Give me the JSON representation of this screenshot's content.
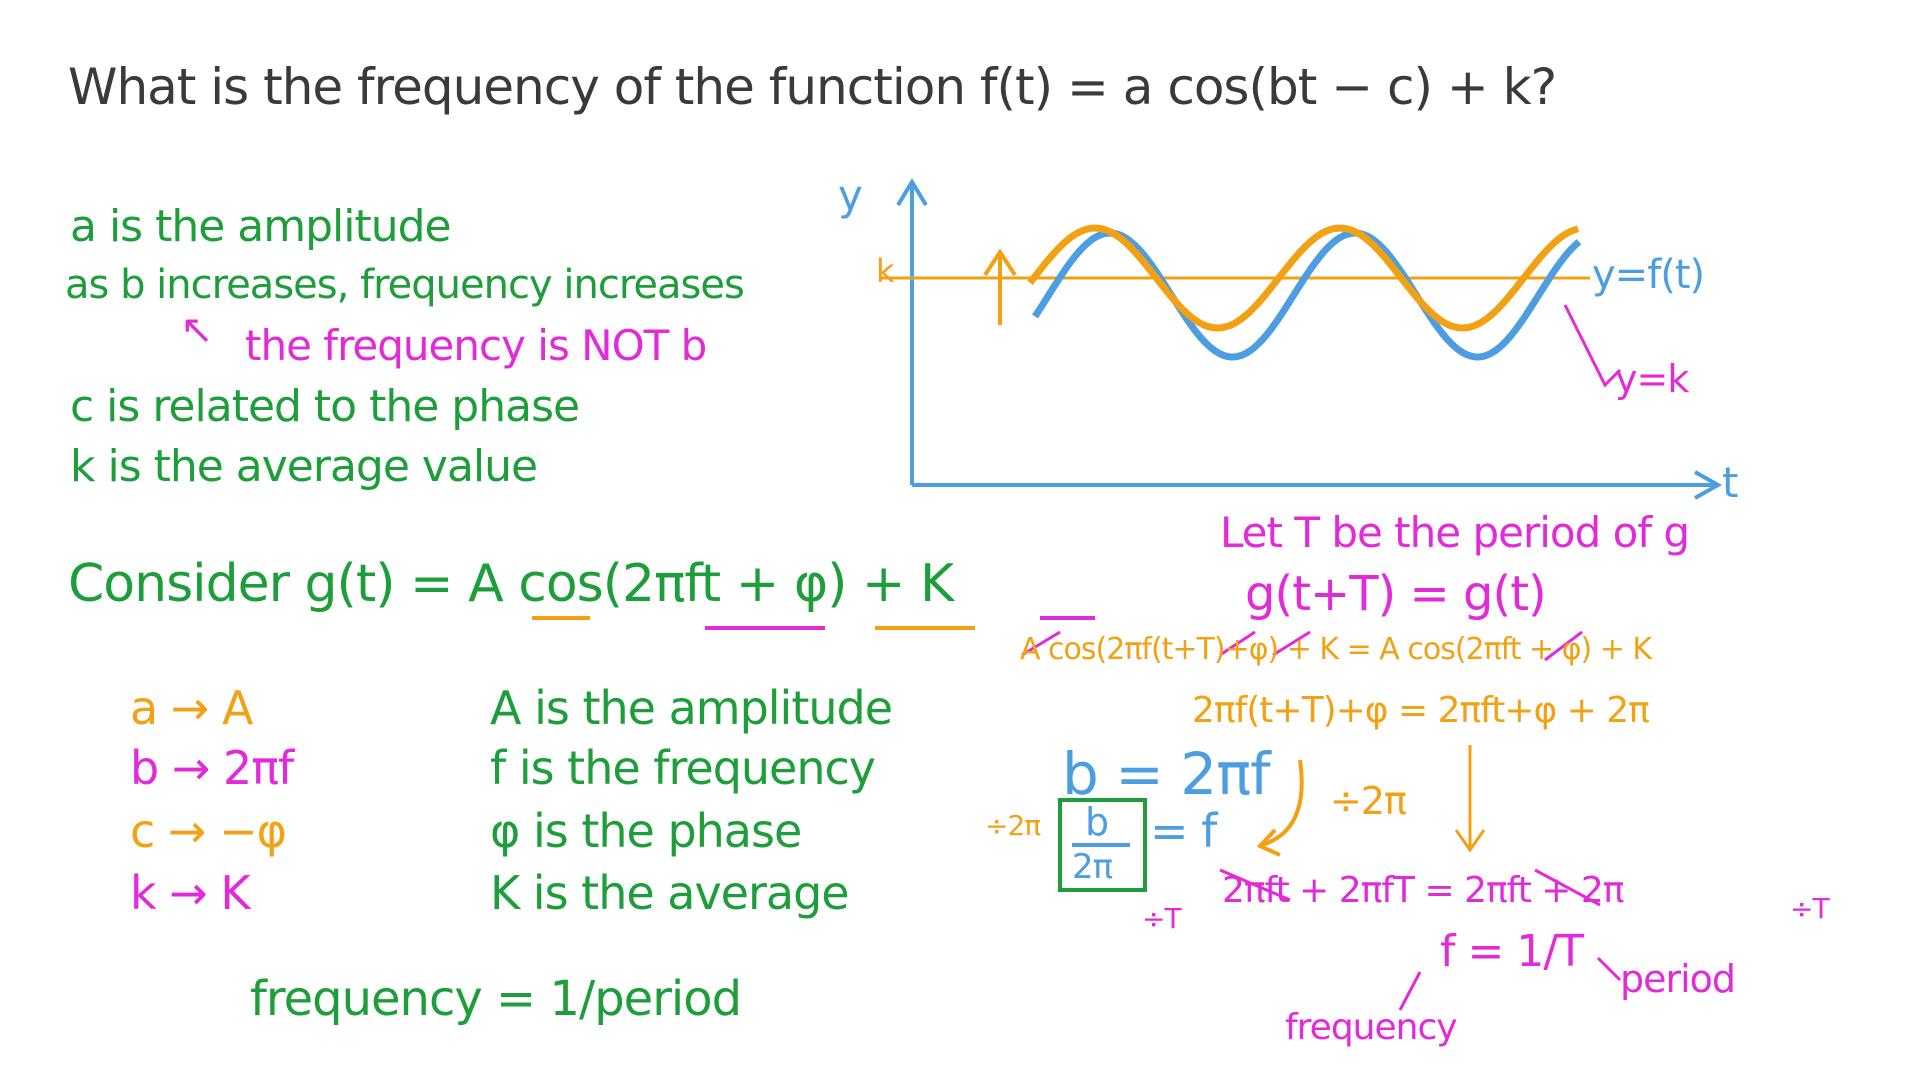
{
  "question": "What is the frequency of the function f(t) = a cos(bt − c) + k?",
  "notes": {
    "amplitude": "a is the amplitude",
    "b_increase": "as b increases, frequency increases",
    "not_b": "the frequency is NOT b",
    "phase": "c is related to the phase",
    "average": "k is the average value"
  },
  "graph": {
    "y_axis_label": "y",
    "t_axis_label": "t",
    "k_label": "k",
    "f_label": "y=f(t)",
    "k_line_label": "y=k"
  },
  "consider": "Consider g(t) = A cos(2πft + φ) + K",
  "mapping": [
    "a → A",
    "b → 2πf",
    "c → −φ",
    "k → K"
  ],
  "definitions": [
    "A is the amplitude",
    "f is the frequency",
    "φ is the phase",
    "K is the average"
  ],
  "formula": "frequency = 1/period",
  "derivation": {
    "let": "Let T be the period of g",
    "g_eq": "g(t+T) = g(t)",
    "step1": "A cos(2πf(t+T)+φ) + K = A cos(2πft + φ) + K",
    "step2": "2πf(t+T)+φ = 2πft+φ + 2π",
    "step3": "2πft + 2πfT = 2πft + 2π",
    "div_T_left": "÷T",
    "div_T_right": "÷T",
    "result": "f = 1/T",
    "frequency_label": "frequency",
    "period_label": "period"
  },
  "b_solution": {
    "b_eq": "b = 2πf",
    "div_left": "÷2π",
    "div_right": "÷2π",
    "frac_top": "b",
    "frac_bottom": "2π",
    "eq_f": "= f"
  },
  "colors": {
    "black": "#3a3a3a",
    "green": "#1e9e3a",
    "magenta": "#e22ad8",
    "orange": "#f2a114",
    "blue": "#4c9ee0"
  }
}
